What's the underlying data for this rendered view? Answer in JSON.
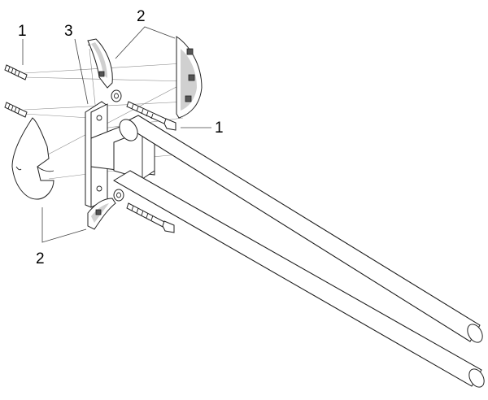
{
  "diagram": {
    "type": "exploded-assembly",
    "parts": [
      {
        "id": "screw-anchor-top",
        "callout": "1"
      },
      {
        "id": "screw-anchor-left",
        "callout": "1"
      },
      {
        "id": "cover-cap-top",
        "callout": "2"
      },
      {
        "id": "cover-cap-bottom",
        "callout": "2"
      },
      {
        "id": "wall-bracket",
        "callout": "3"
      }
    ],
    "callouts": {
      "top_left_1": "1",
      "top_center_3": "3",
      "top_2": "2",
      "right_1": "1",
      "bottom_2": "2"
    }
  }
}
